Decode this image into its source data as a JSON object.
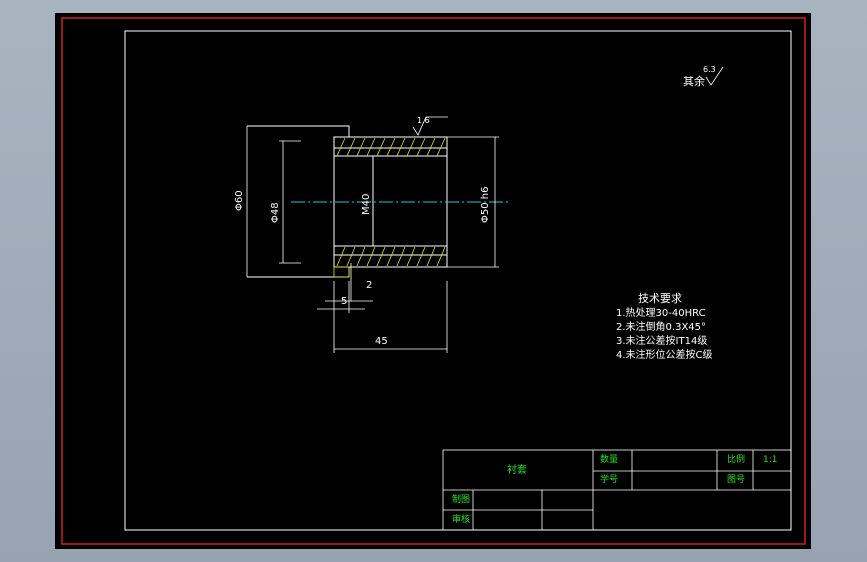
{
  "drawing": {
    "surface_roughness_general": "其余",
    "surface_roughness_general_value": "6.3",
    "surface_roughness_top": "1.6",
    "dimensions": {
      "outer_flange_dia": "Φ60",
      "inner_dia": "Φ48",
      "thread": "M40",
      "outer_body_dia": "Φ50 h6",
      "length": "45",
      "flange_width": "5",
      "chamfer": "2"
    },
    "tech_requirements": {
      "title": "技术要求",
      "items": [
        "1.热处理30-40HRC",
        "2.未注倒角0.3X45°",
        "3.未注公差按IT14级",
        "4.未注形位公差按C级"
      ]
    },
    "title_block": {
      "part_name": "衬套",
      "quantity_label": "数量",
      "scale_label": "比例",
      "scale_value": "1:1",
      "student_id_label": "学号",
      "drawing_no_label": "图号",
      "drafter_label": "制图",
      "reviewer_label": "审核"
    },
    "colors": {
      "background": "#000000",
      "outer_border": "#d01f1f",
      "lines": "#ffffff",
      "centerline": "#19c9e0",
      "hatch": "#e8e21a",
      "title_text": "#21e221"
    }
  }
}
